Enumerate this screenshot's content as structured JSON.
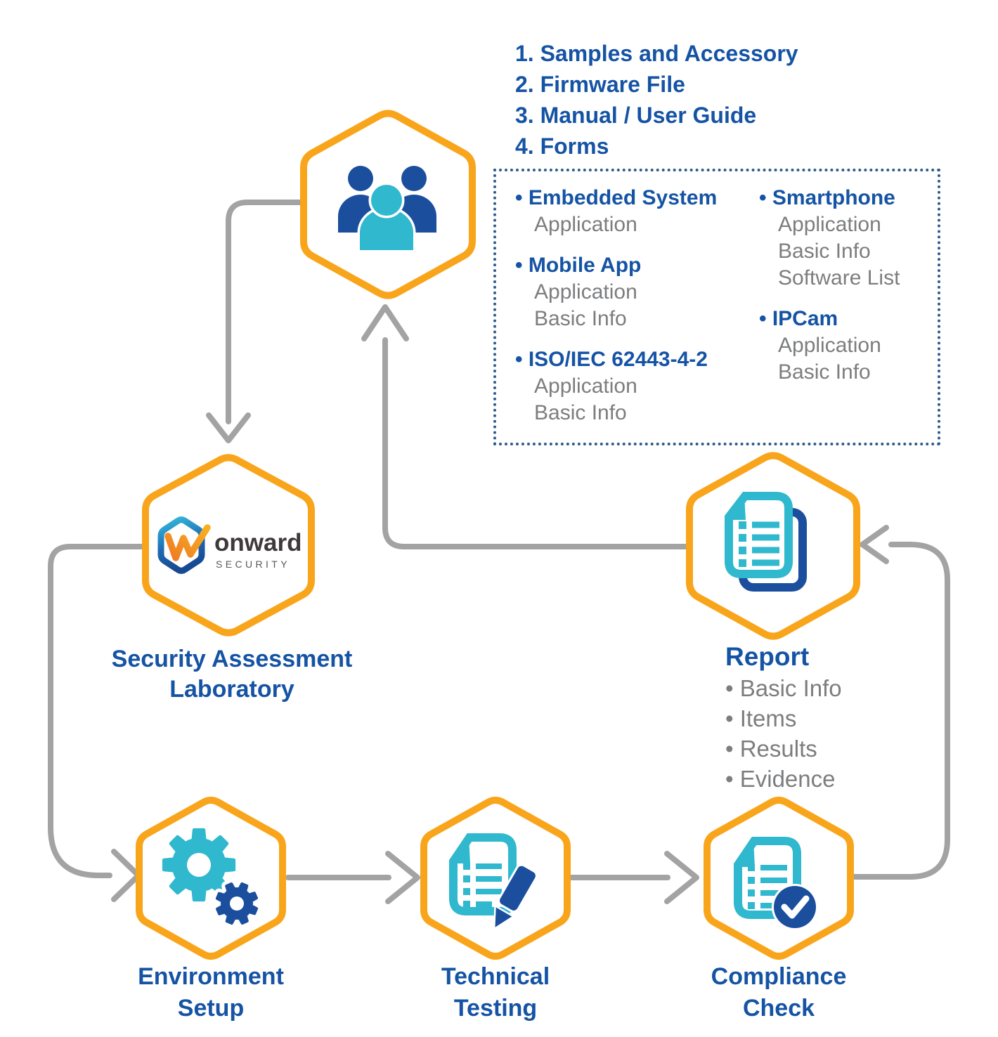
{
  "colors": {
    "hexagon_border_orange": "#F9A51B",
    "icon_navy": "#1B4F9E",
    "icon_teal": "#30B8CE",
    "heading_blue": "#1553A4",
    "body_gray": "#7C7D7F",
    "arrow_gray": "#A3A3A3",
    "dotted_border_blue": "#2B5B8D"
  },
  "deliverables": {
    "lines": [
      "1. Samples and Accessory",
      "2. Firmware File",
      "3. Manual / User Guide",
      "4. Forms"
    ]
  },
  "scope": {
    "left": [
      {
        "title": "• Embedded System",
        "items": [
          "Application"
        ]
      },
      {
        "title": "• Mobile App",
        "items": [
          "Application",
          "Basic Info"
        ]
      },
      {
        "title": "• ISO/IEC 62443-4-2",
        "items": [
          "Application",
          "Basic Info"
        ]
      }
    ],
    "right": [
      {
        "title": "• Smartphone",
        "items": [
          "Application",
          "Basic Info",
          "Software List"
        ]
      },
      {
        "title": "• IPCam",
        "items": [
          "Application",
          "Basic Info"
        ]
      }
    ]
  },
  "nodes": {
    "customer": {
      "icon": "people-icon"
    },
    "lab": {
      "icon": "onward-logo",
      "logo_word": "onward",
      "logo_sub": "SECURITY",
      "label_line1": "Security Assessment",
      "label_line2": "Laboratory"
    },
    "report": {
      "icon": "documents-icon",
      "title": "Report",
      "items": [
        "• Basic Info",
        "• Items",
        "• Results",
        "• Evidence"
      ]
    },
    "environment": {
      "icon": "gears-icon",
      "label_line1": "Environment",
      "label_line2": "Setup"
    },
    "testing": {
      "icon": "document-pencil-icon",
      "label_line1": "Technical",
      "label_line2": "Testing"
    },
    "compliance": {
      "icon": "document-check-icon",
      "label_line1": "Compliance",
      "label_line2": "Check"
    }
  }
}
